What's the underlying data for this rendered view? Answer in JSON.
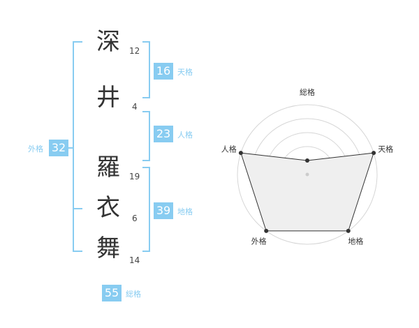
{
  "name": {
    "characters": [
      {
        "char": "深",
        "strokes": "12"
      },
      {
        "char": "井",
        "strokes": "4"
      },
      {
        "char": "羅",
        "strokes": "19"
      },
      {
        "char": "衣",
        "strokes": "6"
      },
      {
        "char": "舞",
        "strokes": "14"
      }
    ]
  },
  "fortunes": {
    "tenkaku": {
      "value": "16",
      "label": "天格"
    },
    "jinkaku": {
      "value": "23",
      "label": "人格"
    },
    "chikaku": {
      "value": "39",
      "label": "地格"
    },
    "gaikaku": {
      "value": "32",
      "label": "外格"
    },
    "soukaku": {
      "value": "55",
      "label": "総格"
    }
  },
  "colors": {
    "accent": "#88ccf1",
    "radar_fill": "#efefef",
    "radar_grid": "#d6d6d6"
  },
  "chart_data": {
    "type": "radar",
    "axes": [
      "総格",
      "天格",
      "地格",
      "外格",
      "人格"
    ],
    "values": [
      1,
      5,
      5,
      5,
      5
    ],
    "rlim": [
      0,
      5
    ]
  }
}
